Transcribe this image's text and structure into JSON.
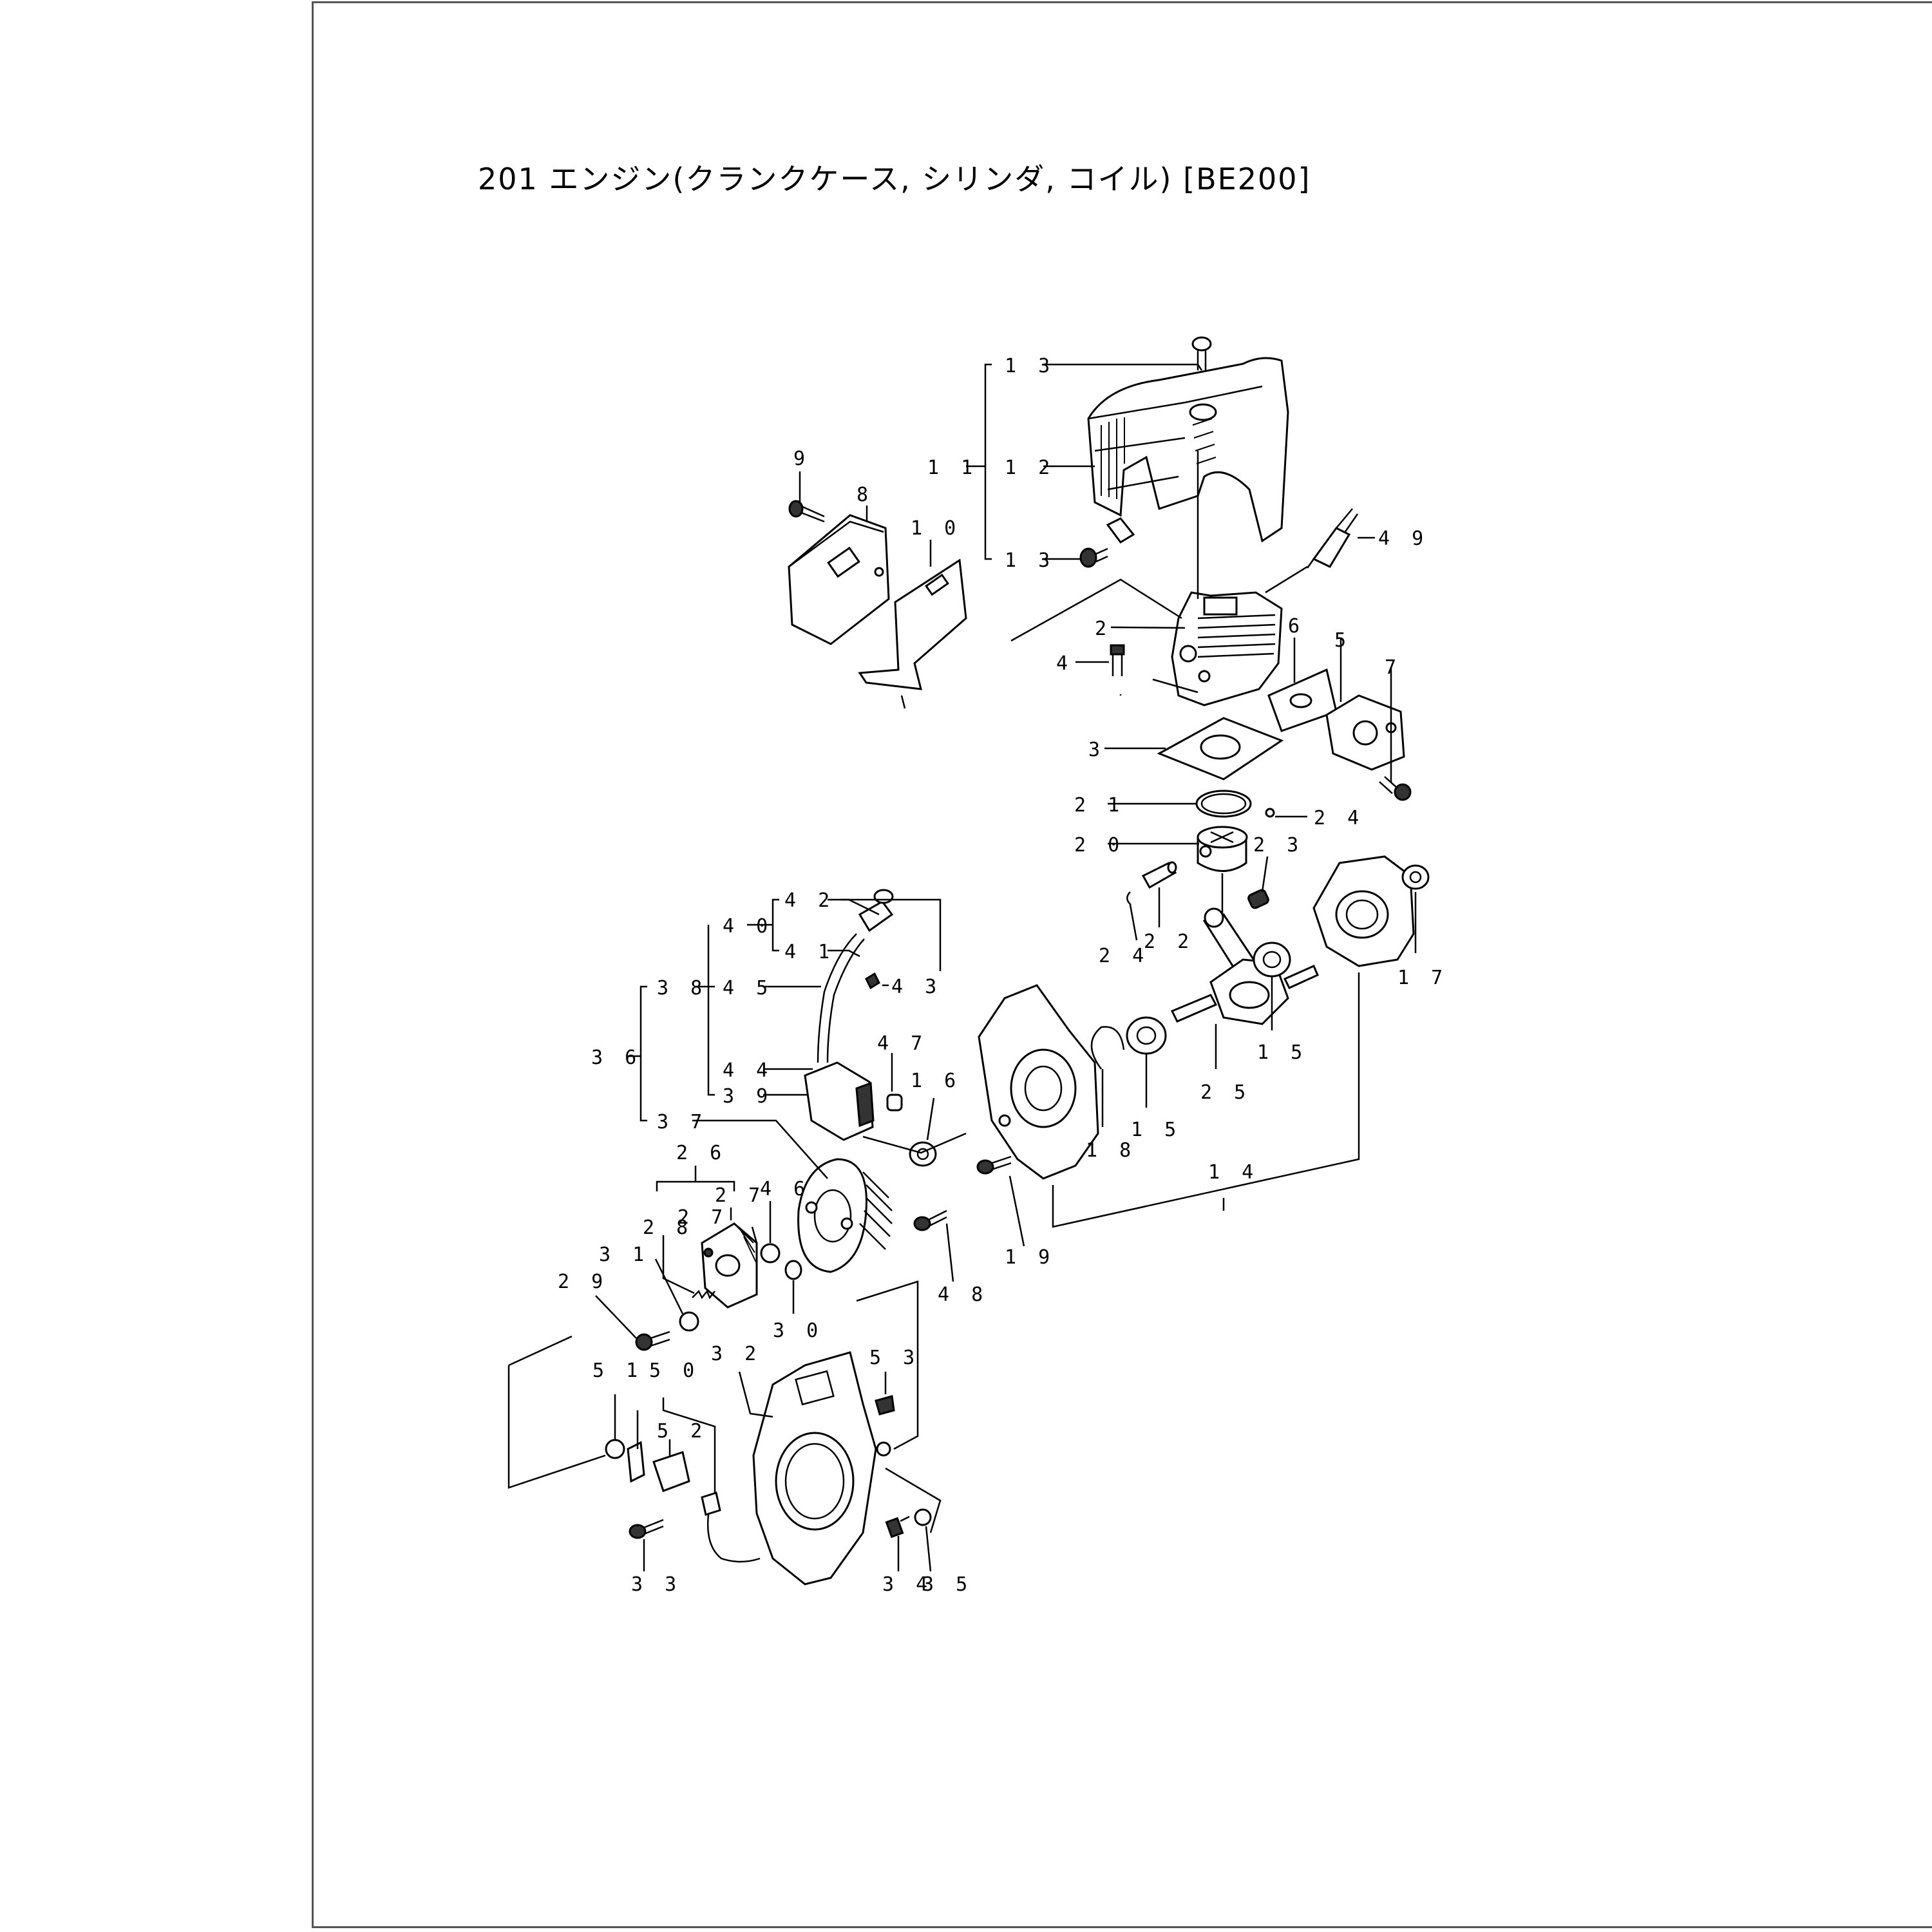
{
  "page": {
    "title": "201  エンジン(クランクケース, シリンダ, コイル) [BE200]"
  },
  "callouts": [
    {
      "id": "13a",
      "text": "1 3"
    },
    {
      "id": "11",
      "text": "1 1"
    },
    {
      "id": "12",
      "text": "1 2"
    },
    {
      "id": "13b",
      "text": "1 3"
    },
    {
      "id": "9",
      "text": "9"
    },
    {
      "id": "8",
      "text": "8"
    },
    {
      "id": "10",
      "text": "1 0"
    },
    {
      "id": "49",
      "text": "4 9"
    },
    {
      "id": "2",
      "text": "2"
    },
    {
      "id": "6",
      "text": "6"
    },
    {
      "id": "5",
      "text": "5"
    },
    {
      "id": "7",
      "text": "7"
    },
    {
      "id": "4",
      "text": "4"
    },
    {
      "id": "3",
      "text": "3"
    },
    {
      "id": "21",
      "text": "2 1"
    },
    {
      "id": "24a",
      "text": "2 4"
    },
    {
      "id": "20",
      "text": "2 0"
    },
    {
      "id": "23",
      "text": "2 3"
    },
    {
      "id": "42",
      "text": "4 2"
    },
    {
      "id": "40",
      "text": "4 0"
    },
    {
      "id": "41",
      "text": "4 1"
    },
    {
      "id": "43",
      "text": "4 3"
    },
    {
      "id": "38",
      "text": "3 8"
    },
    {
      "id": "45",
      "text": "4 5"
    },
    {
      "id": "36",
      "text": "3 6"
    },
    {
      "id": "22",
      "text": "2 2"
    },
    {
      "id": "24b",
      "text": "2 4"
    },
    {
      "id": "17",
      "text": "1 7"
    },
    {
      "id": "15a",
      "text": "1 5"
    },
    {
      "id": "47",
      "text": "4 7"
    },
    {
      "id": "44",
      "text": "4 4"
    },
    {
      "id": "39",
      "text": "3 9"
    },
    {
      "id": "16",
      "text": "1 6"
    },
    {
      "id": "25",
      "text": "2 5"
    },
    {
      "id": "15b",
      "text": "1 5"
    },
    {
      "id": "37",
      "text": "3 7"
    },
    {
      "id": "18",
      "text": "1 8"
    },
    {
      "id": "14",
      "text": "1 4"
    },
    {
      "id": "26",
      "text": "2 6"
    },
    {
      "id": "46",
      "text": "4 6"
    },
    {
      "id": "27a",
      "text": "2 7"
    },
    {
      "id": "28",
      "text": "2 8"
    },
    {
      "id": "27b",
      "text": "2 7"
    },
    {
      "id": "31",
      "text": "3 1"
    },
    {
      "id": "29",
      "text": "2 9"
    },
    {
      "id": "19",
      "text": "1 9"
    },
    {
      "id": "48",
      "text": "4 8"
    },
    {
      "id": "30",
      "text": "3 0"
    },
    {
      "id": "32",
      "text": "3 2"
    },
    {
      "id": "53",
      "text": "5 3"
    },
    {
      "id": "51",
      "text": "5 1"
    },
    {
      "id": "50",
      "text": "5 0"
    },
    {
      "id": "52",
      "text": "5 2"
    },
    {
      "id": "33",
      "text": "3 3"
    },
    {
      "id": "34",
      "text": "3 4"
    },
    {
      "id": "35",
      "text": "3 5"
    }
  ]
}
